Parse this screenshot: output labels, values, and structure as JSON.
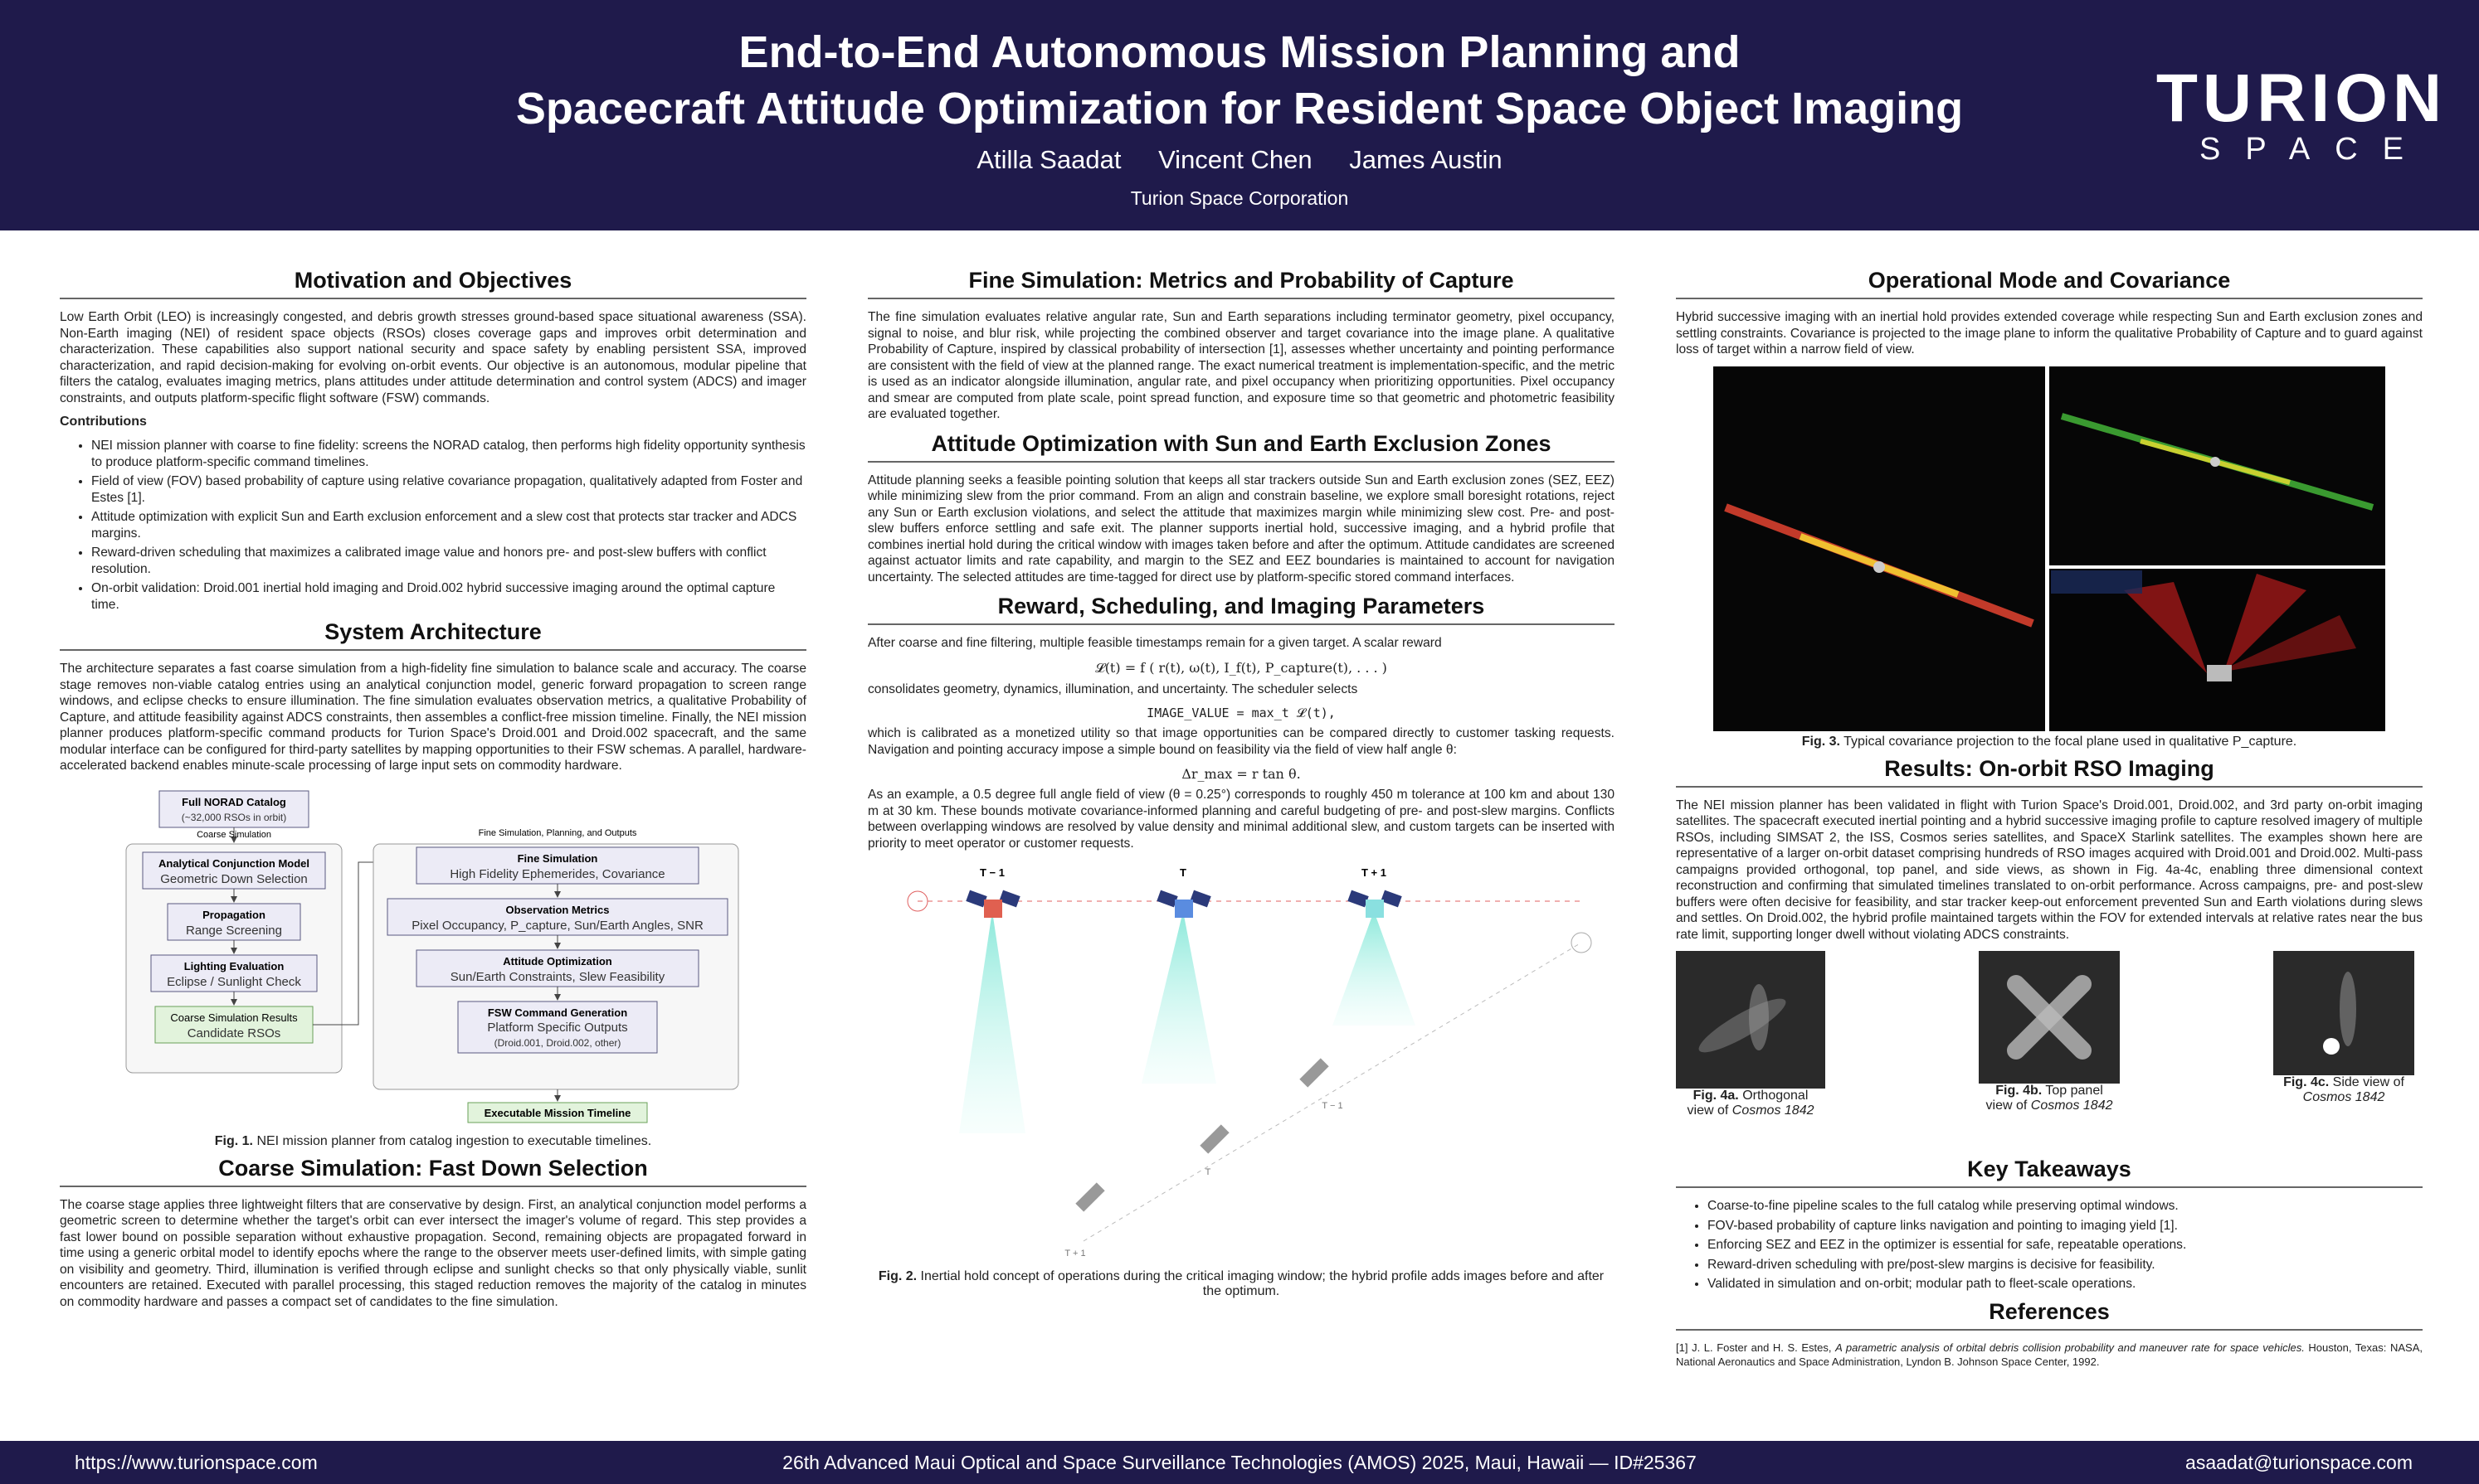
{
  "header": {
    "title_line1": "End-to-End Autonomous Mission Planning and",
    "title_line2": "Spacecraft Attitude Optimization for Resident Space Object Imaging",
    "authors": [
      "Atilla Saadat",
      "Vincent Chen",
      "James Austin"
    ],
    "affiliation": "Turion Space Corporation",
    "logo_line1": "TURION",
    "logo_line2": "SPACE"
  },
  "footer": {
    "left": "https://www.turionspace.com",
    "center": "26th Advanced Maui Optical and Space Surveillance Technologies (AMOS) 2025, Maui, Hawaii — ID#25367",
    "right": "asaadat@turionspace.com"
  },
  "col1": {
    "motivation_title": "Motivation and Objectives",
    "motivation_text": "Low Earth Orbit (LEO) is increasingly congested, and debris growth stresses ground-based space situational awareness (SSA). Non-Earth imaging (NEI) of resident space objects (RSOs) closes coverage gaps and improves orbit determination and characterization. These capabilities also support national security and space safety by enabling persistent SSA, improved characterization, and rapid decision-making for evolving on-orbit events. Our objective is an autonomous, modular pipeline that filters the catalog, evaluates imaging metrics, plans attitudes under attitude determination and control system (ADCS) and imager constraints, and outputs platform-specific flight software (FSW) commands.",
    "contributions_title": "Contributions",
    "contributions": [
      "NEI mission planner with coarse to fine fidelity: screens the NORAD catalog, then performs high fidelity opportunity synthesis to produce platform-specific command timelines.",
      "Field of view (FOV) based probability of capture using relative covariance propagation, qualitatively adapted from Foster and Estes [1].",
      "Attitude optimization with explicit Sun and Earth exclusion enforcement and a slew cost that protects star tracker and ADCS margins.",
      "Reward-driven scheduling that maximizes a calibrated image value and honors pre- and post-slew buffers with conflict resolution.",
      "On-orbit validation: Droid.001 inertial hold imaging and Droid.002 hybrid successive imaging around the optimal capture time."
    ],
    "arch_title": "System Architecture",
    "arch_text": "The architecture separates a fast coarse simulation from a high-fidelity fine simulation to balance scale and accuracy. The coarse stage removes non-viable catalog entries using an analytical conjunction model, generic forward propagation to screen range windows, and eclipse checks to ensure illumination. The fine simulation evaluates observation metrics, a qualitative Probability of Capture, and attitude feasibility against ADCS constraints, then assembles a conflict-free mission timeline. Finally, the NEI mission planner produces platform-specific command products for Turion Space's Droid.001 and Droid.002 spacecraft, and the same modular interface can be configured for third-party satellites by mapping opportunities to their FSW schemas. A parallel, hardware-accelerated backend enables minute-scale processing of large input sets on commodity hardware.",
    "fig1": {
      "catalog_title": "Full NORAD Catalog",
      "catalog_sub": "(~32,000 RSOs in orbit)",
      "coarse_label": "Coarse Simulation",
      "fine_label": "Fine Simulation, Planning, and Outputs",
      "coarse_boxes": [
        {
          "title": "Analytical Conjunction Model",
          "sub": "Geometric Down Selection"
        },
        {
          "title": "Propagation",
          "sub": "Range Screening"
        },
        {
          "title": "Lighting Evaluation",
          "sub": "Eclipse / Sunlight Check"
        },
        {
          "title": "Coarse Simulation Results",
          "sub": "Candidate RSOs"
        }
      ],
      "fine_boxes": [
        {
          "title": "Fine Simulation",
          "sub": "High Fidelity Ephemerides, Covariance"
        },
        {
          "title": "Observation Metrics",
          "sub": "Pixel Occupancy, P_capture, Sun/Earth Angles, SNR"
        },
        {
          "title": "Attitude Optimization",
          "sub": "Sun/Earth Constraints, Slew Feasibility"
        },
        {
          "title": "FSW Command Generation",
          "sub": "Platform Specific Outputs",
          "sub2": "(Droid.001, Droid.002, other)"
        }
      ],
      "output": "Executable Mission Timeline",
      "caption_label": "Fig. 1.",
      "caption": "NEI mission planner from catalog ingestion to executable timelines."
    },
    "coarse_title": "Coarse Simulation: Fast Down Selection",
    "coarse_text": "The coarse stage applies three lightweight filters that are conservative by design. First, an analytical conjunction model performs a geometric screen to determine whether the target's orbit can ever intersect the imager's volume of regard. This step provides a fast lower bound on possible separation without exhaustive propagation. Second, remaining objects are propagated forward in time using a generic orbital model to identify epochs where the range to the observer meets user-defined limits, with simple gating on visibility and geometry. Third, illumination is verified through eclipse and sunlight checks so that only physically viable, sunlit encounters are retained. Executed with parallel processing, this staged reduction removes the majority of the catalog in minutes on commodity hardware and passes a compact set of candidates to the fine simulation."
  },
  "col2": {
    "fine_title": "Fine Simulation: Metrics and Probability of Capture",
    "fine_text": "The fine simulation evaluates relative angular rate, Sun and Earth separations including terminator geometry, pixel occupancy, signal to noise, and blur risk, while projecting the combined observer and target covariance into the image plane. A qualitative Probability of Capture, inspired by classical probability of intersection [1], assesses whether uncertainty and pointing performance are consistent with the field of view at the planned range. The exact numerical treatment is implementation-specific, and the metric is used as an indicator alongside illumination, angular rate, and pixel occupancy when prioritizing opportunities. Pixel occupancy and smear are computed from plate scale, point spread function, and exposure time so that geometric and photometric feasibility are evaluated together.",
    "attitude_title": "Attitude Optimization with Sun and Earth Exclusion Zones",
    "attitude_text": "Attitude planning seeks a feasible pointing solution that keeps all star trackers outside Sun and Earth exclusion zones (SEZ, EEZ) while minimizing slew from the prior command. From an align and constrain baseline, we explore small boresight rotations, reject any Sun or Earth exclusion violations, and select the attitude that maximizes margin while minimizing slew cost. Pre- and post-slew buffers enforce settling and safe exit. The planner supports inertial hold, successive imaging, and a hybrid profile that combines inertial hold during the critical window with images taken before and after the optimum. Attitude candidates are screened against actuator limits and rate capability, and margin to the SEZ and EEZ boundaries is maintained to account for navigation uncertainty. The selected attitudes are time-tagged for direct use by platform-specific stored command interfaces.",
    "reward_title": "Reward, Scheduling, and Imaging Parameters",
    "reward_text1": "After coarse and fine filtering, multiple feasible timestamps remain for a given target. A scalar reward",
    "eq1": "𝓛(t) = f ( r(t), ω(t), I_f(t), P_capture(t), . . . )",
    "reward_text2": "consolidates geometry, dynamics, illumination, and uncertainty. The scheduler selects",
    "eq2": "IMAGE_VALUE = max_t 𝓛(t),",
    "reward_text3": "which is calibrated as a monetized utility so that image opportunities can be compared directly to customer tasking requests. Navigation and pointing accuracy impose a simple bound on feasibility via the field of view half angle θ:",
    "eq3": "Δr_max = r tan θ.",
    "reward_text4": "As an example, a 0.5 degree full angle field of view (θ = 0.25°) corresponds to roughly 450 m tolerance at 100 km and about 130 m at 30 km. These bounds motivate covariance-informed planning and careful budgeting of pre- and post-slew margins. Conflicts between overlapping windows are resolved by value density and minimal additional slew, and custom targets can be inserted with priority to meet operator or customer requests.",
    "fig2": {
      "labels_top": [
        "T − 1",
        "T",
        "T + 1"
      ],
      "labels_bottom": [
        "T − 1",
        "T",
        "T + 1"
      ],
      "caption_label": "Fig. 2.",
      "caption": "Inertial hold concept of operations during the critical imaging window; the hybrid profile adds images before and after the optimum."
    }
  },
  "col3": {
    "opmode_title": "Operational Mode and Covariance",
    "opmode_text": "Hybrid successive imaging with an inertial hold provides extended coverage while respecting Sun and Earth exclusion zones and settling constraints. Covariance is projected to the image plane to inform the qualitative Probability of Capture and to guard against loss of target within a narrow field of view.",
    "fig3": {
      "caption_label": "Fig. 3.",
      "caption": "Typical covariance projection to the focal plane used in qualitative P_capture."
    },
    "results_title": "Results: On-orbit RSO Imaging",
    "results_text": "The NEI mission planner has been validated in flight with Turion Space's Droid.001, Droid.002, and 3rd party on-orbit imaging satellites. The spacecraft executed inertial pointing and a hybrid successive imaging profile to capture resolved imagery of multiple RSOs, including SIMSAT 2, the ISS, Cosmos series satellites, and SpaceX Starlink satellites. The examples shown here are representative of a larger on-orbit dataset comprising hundreds of RSO images acquired with Droid.001 and Droid.002. Multi-pass campaigns provided orthogonal, top panel, and side views, as shown in Fig. 4a-4c, enabling three dimensional context reconstruction and confirming that simulated timelines translated to on-orbit performance. Across campaigns, pre- and post-slew buffers were often decisive for feasibility, and star tracker keep-out enforcement prevented Sun and Earth violations during slews and settles. On Droid.002, the hybrid profile maintained targets within the FOV for extended intervals at relative rates near the bus rate limit, supporting longer dwell without violating ADCS constraints.",
    "fig4": [
      {
        "label": "Fig. 4a.",
        "line1": "Orthogonal",
        "line2a": "view of ",
        "line2b": "Cosmos 1842"
      },
      {
        "label": "Fig. 4b.",
        "line1": "Top panel",
        "line2a": "view of ",
        "line2b": "Cosmos 1842"
      },
      {
        "label": "Fig. 4c.",
        "line1": "Side view of",
        "line2a": "",
        "line2b": "Cosmos 1842"
      }
    ],
    "takeaways_title": "Key Takeaways",
    "takeaways": [
      "Coarse-to-fine pipeline scales to the full catalog while preserving optimal windows.",
      "FOV-based probability of capture links navigation and pointing to imaging yield [1].",
      "Enforcing SEZ and EEZ in the optimizer is essential for safe, repeatable operations.",
      "Reward-driven scheduling with pre/post-slew margins is decisive for feasibility.",
      "Validated in simulation and on-orbit; modular path to fleet-scale operations."
    ],
    "references_title": "References",
    "ref1_num": "[1]",
    "ref1_authors": "J. L. Foster and H. S. Estes, ",
    "ref1_title": "A parametric analysis of orbital debris collision probability and maneuver rate for space vehicles.",
    "ref1_pub": "Houston, Texas: NASA, National Aeronautics and Space Administration, Lyndon B. Johnson Space Center, 1992."
  },
  "colors": {
    "navy": "#1f1a4b",
    "box_fill": "#ecebf6",
    "box_stroke": "#5a5a80",
    "green_fill": "#e2f3dc",
    "green_stroke": "#6aa05a"
  }
}
